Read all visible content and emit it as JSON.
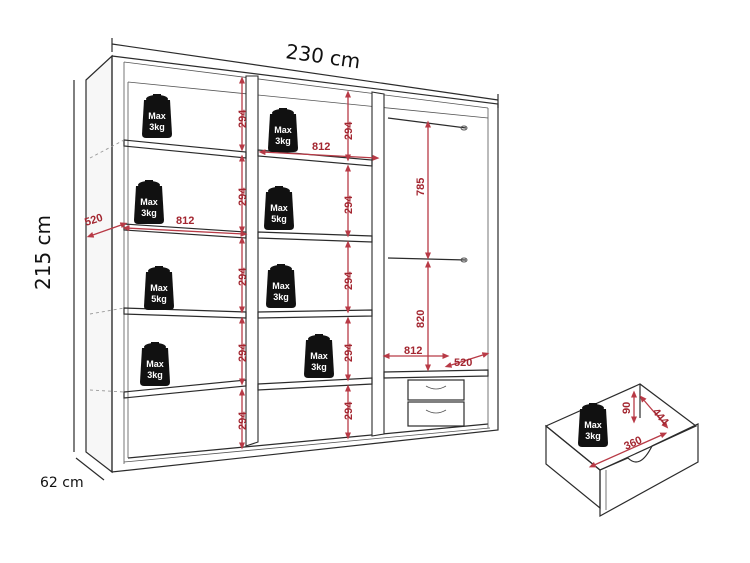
{
  "dimensions": {
    "width": "230 cm",
    "height": "215 cm",
    "depth": "62 cm"
  },
  "shelf_labels": {
    "shelf_height": "294",
    "shelf_width": "812",
    "shelf_depth": "520",
    "hanging_upper": "785",
    "hanging_lower": "820",
    "bottom_width": "812",
    "bottom_depth": "520"
  },
  "weights": {
    "max_label": "Max",
    "w3": "3kg",
    "w5": "5kg"
  },
  "drawer": {
    "height": "90",
    "depth": "444",
    "width": "360",
    "max_label": "Max",
    "load": "3kg"
  }
}
